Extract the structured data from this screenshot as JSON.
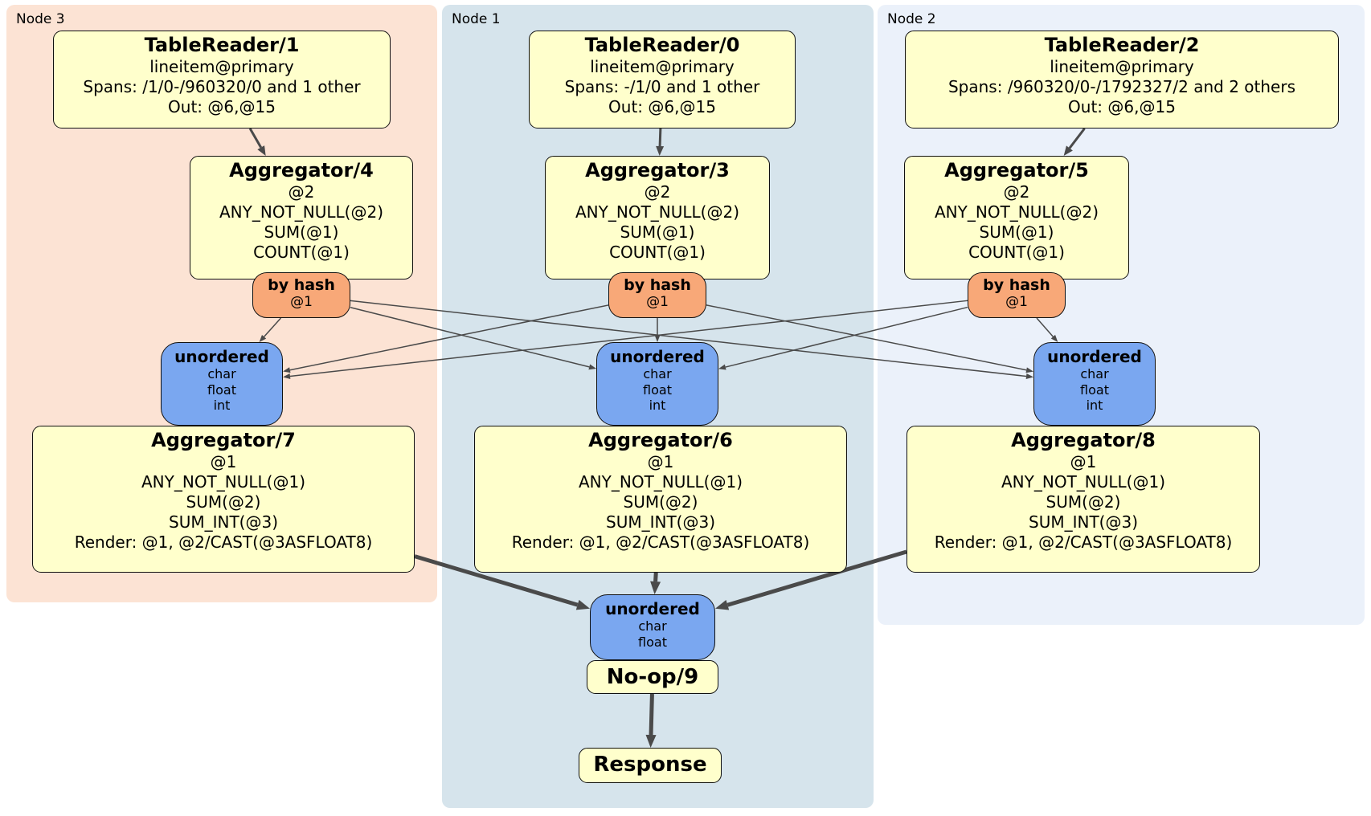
{
  "panels": {
    "node3": {
      "label": "Node 3"
    },
    "node1": {
      "label": "Node 1"
    },
    "node2": {
      "label": "Node 2"
    }
  },
  "nodes": {
    "tr1": {
      "title": "TableReader/1",
      "lines": [
        "lineitem@primary",
        "Spans: /1/0-/960320/0 and 1 other",
        "Out: @6,@15"
      ]
    },
    "tr0": {
      "title": "TableReader/0",
      "lines": [
        "lineitem@primary",
        "Spans: -/1/0 and 1 other",
        "Out: @6,@15"
      ]
    },
    "tr2": {
      "title": "TableReader/2",
      "lines": [
        "lineitem@primary",
        "Spans: /960320/0-/1792327/2 and 2 others",
        "Out: @6,@15"
      ]
    },
    "agg4": {
      "title": "Aggregator/4",
      "lines": [
        "@2",
        "ANY_NOT_NULL(@2)",
        "SUM(@1)",
        "COUNT(@1)"
      ]
    },
    "agg3": {
      "title": "Aggregator/3",
      "lines": [
        "@2",
        "ANY_NOT_NULL(@2)",
        "SUM(@1)",
        "COUNT(@1)"
      ]
    },
    "agg5": {
      "title": "Aggregator/5",
      "lines": [
        "@2",
        "ANY_NOT_NULL(@2)",
        "SUM(@1)",
        "COUNT(@1)"
      ]
    },
    "byhash4": {
      "title": "by hash",
      "lines": [
        "@1"
      ]
    },
    "byhash3": {
      "title": "by hash",
      "lines": [
        "@1"
      ]
    },
    "byhash5": {
      "title": "by hash",
      "lines": [
        "@1"
      ]
    },
    "sync7": {
      "title": "unordered",
      "lines": [
        "char",
        "float",
        "int"
      ]
    },
    "sync6": {
      "title": "unordered",
      "lines": [
        "char",
        "float",
        "int"
      ]
    },
    "sync8": {
      "title": "unordered",
      "lines": [
        "char",
        "float",
        "int"
      ]
    },
    "agg7": {
      "title": "Aggregator/7",
      "lines": [
        "@1",
        "ANY_NOT_NULL(@1)",
        "SUM(@2)",
        "SUM_INT(@3)",
        "Render: @1, @2/CAST(@3ASFLOAT8)"
      ]
    },
    "agg6": {
      "title": "Aggregator/6",
      "lines": [
        "@1",
        "ANY_NOT_NULL(@1)",
        "SUM(@2)",
        "SUM_INT(@3)",
        "Render: @1, @2/CAST(@3ASFLOAT8)"
      ]
    },
    "agg8": {
      "title": "Aggregator/8",
      "lines": [
        "@1",
        "ANY_NOT_NULL(@1)",
        "SUM(@2)",
        "SUM_INT(@3)",
        "Render: @1, @2/CAST(@3ASFLOAT8)"
      ]
    },
    "syncF": {
      "title": "unordered",
      "lines": [
        "char",
        "float"
      ]
    },
    "noop": {
      "title": "No-op/9",
      "lines": []
    },
    "response": {
      "title": "Response",
      "lines": []
    }
  },
  "edges": [
    {
      "from": "tr1",
      "to": "agg4",
      "kind": "mid"
    },
    {
      "from": "tr0",
      "to": "agg3",
      "kind": "mid"
    },
    {
      "from": "tr2",
      "to": "agg5",
      "kind": "mid"
    },
    {
      "from": "byhash4",
      "to": "sync7",
      "kind": "thin"
    },
    {
      "from": "byhash4",
      "to": "sync6",
      "kind": "thin"
    },
    {
      "from": "byhash4",
      "to": "sync8",
      "kind": "thin"
    },
    {
      "from": "byhash3",
      "to": "sync7",
      "kind": "thin"
    },
    {
      "from": "byhash3",
      "to": "sync6",
      "kind": "thin"
    },
    {
      "from": "byhash3",
      "to": "sync8",
      "kind": "thin"
    },
    {
      "from": "byhash5",
      "to": "sync7",
      "kind": "thin"
    },
    {
      "from": "byhash5",
      "to": "sync6",
      "kind": "thin"
    },
    {
      "from": "byhash5",
      "to": "sync8",
      "kind": "thin"
    },
    {
      "from": "agg7",
      "to": "syncF",
      "kind": "thick"
    },
    {
      "from": "agg6",
      "to": "syncF",
      "kind": "thick"
    },
    {
      "from": "agg8",
      "to": "syncF",
      "kind": "thick"
    },
    {
      "from": "noop",
      "to": "response",
      "kind": "thick"
    }
  ],
  "colors": {
    "panel_node3": "#FCE3D4",
    "panel_node1": "#D6E4EC",
    "panel_node2": "#EBF1FA",
    "processor_fill": "#FFFFCC",
    "router_fill": "#F8A878",
    "sync_fill": "#7AA7F0",
    "box_border": "#101010",
    "edge": "#4A4A4A"
  }
}
